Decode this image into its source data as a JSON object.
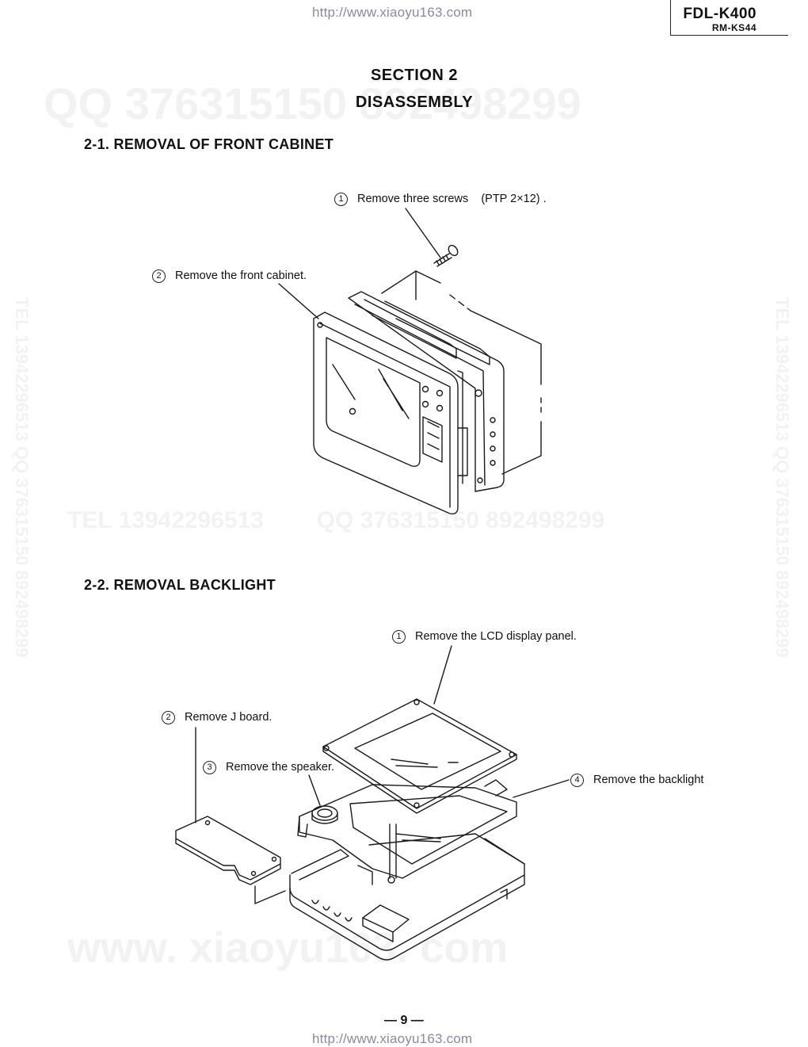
{
  "header": {
    "url_top": "http://www.xiaoyu163.com",
    "model": "FDL-K400",
    "submodel": "RM-KS44"
  },
  "section": {
    "number": "SECTION 2",
    "title": "DISASSEMBLY"
  },
  "sub1": {
    "heading": "2-1. REMOVAL OF FRONT CABINET",
    "steps": [
      {
        "num": "1",
        "text": "Remove three screws    (PTP 2×12) ."
      },
      {
        "num": "2",
        "text": "Remove the front cabinet."
      }
    ]
  },
  "sub2": {
    "heading": "2-2. REMOVAL BACKLIGHT",
    "steps": [
      {
        "num": "1",
        "text": "Remove the LCD display panel."
      },
      {
        "num": "2",
        "text": "Remove J board."
      },
      {
        "num": "3",
        "text": "Remove the speaker."
      },
      {
        "num": "4",
        "text": "Remove the backlight"
      }
    ]
  },
  "watermarks": {
    "qq": "QQ 376315150 892498299",
    "tel_qq": "TEL 13942296513        QQ 376315150 892498299",
    "site": "www. xiaoyu163. com",
    "vertical": "TEL 13942296513 QQ 376315150 892498299"
  },
  "footer": {
    "page": "— 9 —",
    "url_bottom": "http://www.xiaoyu163.com"
  }
}
